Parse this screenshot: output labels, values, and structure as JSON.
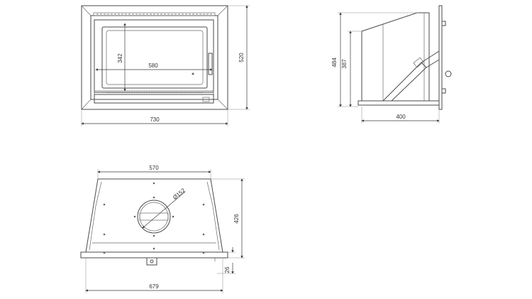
{
  "dimensions": {
    "front_inner_height": "342",
    "front_inner_width": "580",
    "front_height": "520",
    "front_width": "730",
    "side_height": "484",
    "side_inner_height": "387",
    "side_depth": "400",
    "top_width": "570",
    "top_flue_diameter": "Ø152",
    "top_depth": "426",
    "top_offset": "26",
    "top_base_width": "679"
  },
  "colors": {
    "line": "#4a4a4a",
    "dimension": "#3a3a3a"
  }
}
